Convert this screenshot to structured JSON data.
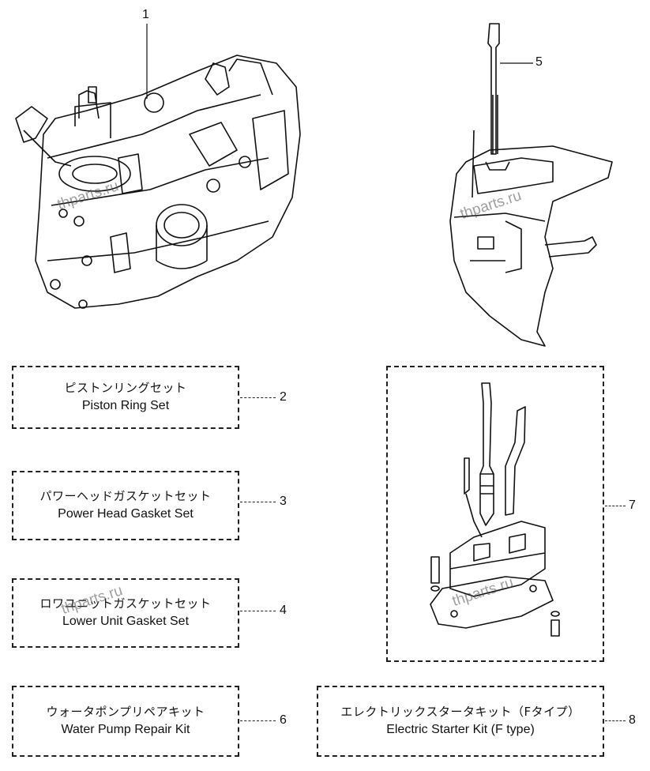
{
  "callouts": {
    "n1": "1",
    "n2": "2",
    "n3": "3",
    "n4": "4",
    "n5": "5",
    "n6": "6",
    "n7": "7",
    "n8": "8"
  },
  "kits": {
    "piston_ring": {
      "jp": "ピストンリングセット",
      "en": "Piston Ring Set"
    },
    "power_head_gasket": {
      "jp": "パワーヘッドガスケットセット",
      "en": "Power Head Gasket Set"
    },
    "lower_unit_gasket": {
      "jp": "ロワユニットガスケットセット",
      "en": "Lower Unit Gasket Set"
    },
    "water_pump": {
      "jp": "ウォータポンプリペアキット",
      "en": "Water Pump Repair Kit"
    },
    "electric_starter": {
      "jp": "エレクトリックスタータキット（Fタイプ）",
      "en": "Electric Starter Kit (F type)"
    }
  },
  "watermarks": {
    "wm1": "thparts.ru",
    "wm2": "thparts.ru",
    "wm3": "thparts.ru",
    "wm4": "thparts.ru"
  }
}
